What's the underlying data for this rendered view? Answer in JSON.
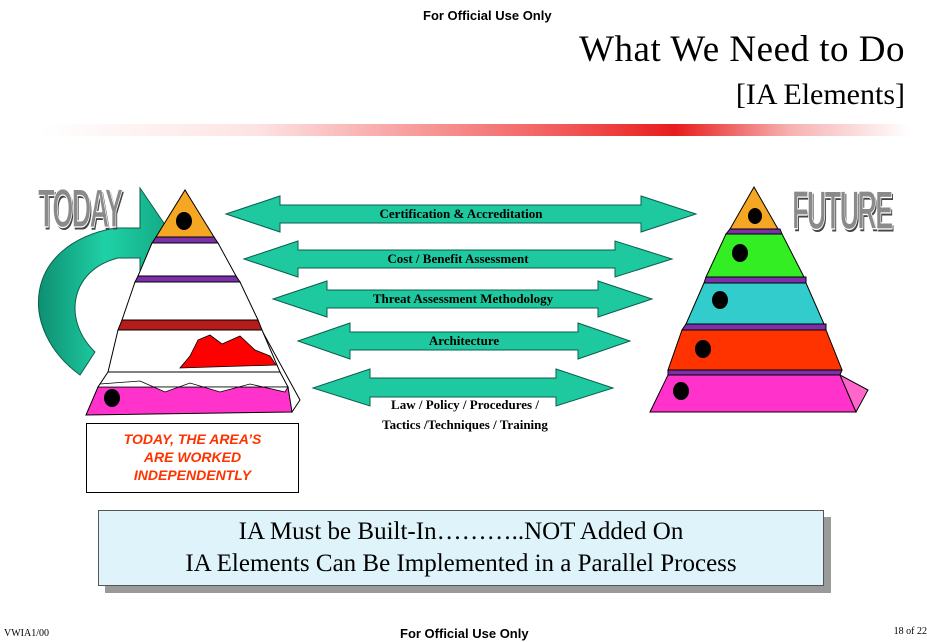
{
  "header": {
    "marking": "For Official Use Only"
  },
  "title": {
    "main": "What We Need to Do",
    "sub": "[IA Elements]"
  },
  "labels": {
    "today": "TODAY",
    "future": "FUTURE"
  },
  "note": {
    "line1": "TODAY, THE AREA’S",
    "line2": "ARE WORKED",
    "line3": "INDEPENDENTLY",
    "color": "#ff3300"
  },
  "arrows": [
    {
      "label": "Certification & Accreditation"
    },
    {
      "label": "Cost / Benefit Assessment"
    },
    {
      "label": "Threat Assessment Methodology"
    },
    {
      "label": "Architecture"
    },
    {
      "label_line1": "Law / Policy / Procedures /",
      "label_line2": "Tactics /Techniques / Training"
    }
  ],
  "colors": {
    "arrow": "#1ec9a0",
    "today_levels": [
      "#f5a623",
      "#ffffff",
      "#7b2fa8",
      "#ff0000",
      "#ff33cc"
    ],
    "future_levels": [
      "#f5a623",
      "#33ee22",
      "#33cccc",
      "#ff3300",
      "#ff33cc"
    ]
  },
  "banner": {
    "line1": "IA Must be Built-In………..NOT Added On",
    "line2": "IA Elements Can Be Implemented in a Parallel Process"
  },
  "footer": {
    "doc_id": "VWIA1/00",
    "marking": "For Official Use Only",
    "page": "18 of 22"
  }
}
